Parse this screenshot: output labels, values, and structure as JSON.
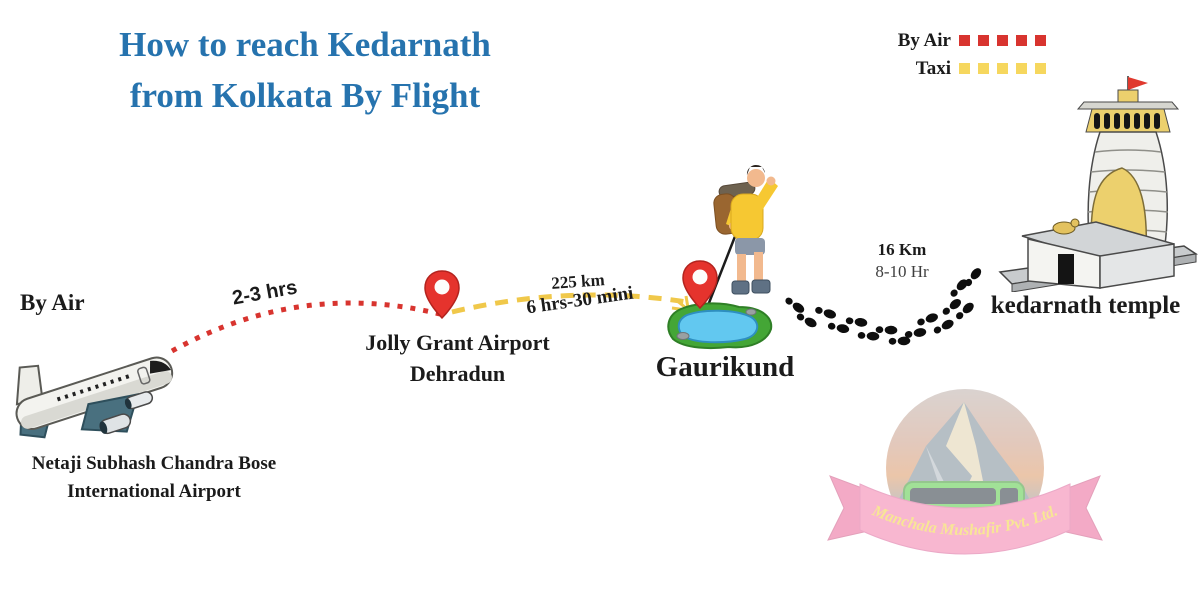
{
  "title": {
    "line1": "How to reach Kedarnath",
    "line2": "from Kolkata By Flight"
  },
  "legend": {
    "air_label": "By Air",
    "taxi_label": "Taxi"
  },
  "route": {
    "start": {
      "mode_label": "By Air",
      "airport_line1": "Netaji Subhash Chandra Bose",
      "airport_line2": "International Airport"
    },
    "leg1": {
      "duration": "2-3 hrs"
    },
    "stop1": {
      "name": "Jolly Grant Airport",
      "city": "Dehradun"
    },
    "leg2": {
      "distance": "225 km",
      "duration": "6 hrs-30 mini"
    },
    "stop2": {
      "name": "Gaurikund"
    },
    "leg3": {
      "distance": "16 Km",
      "duration": "8-10 Hr"
    },
    "destination": {
      "name": "kedarnath temple"
    }
  },
  "logo": {
    "company": "Manchala Mushafir Pvt. Ltd."
  },
  "colors": {
    "title_blue": "#2673ae",
    "air_red": "#d8342f",
    "taxi_yellow": "#f0c84a",
    "legend_taxi_yellow": "#f6d75e",
    "pin_red": "#e5332d",
    "text_black": "#1b1b1b",
    "muted_gray": "#3e3e3e"
  }
}
